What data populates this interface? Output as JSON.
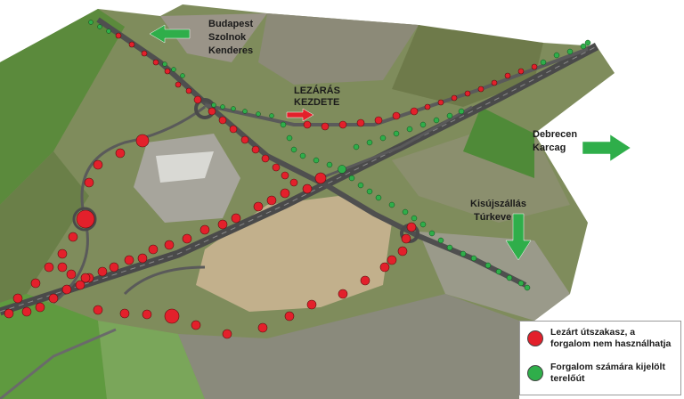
{
  "labels": {
    "budapest": "Budapest",
    "szolnok": "Szolnok",
    "kenderes": "Kenderes",
    "lezaras": "LEZÁRÁS",
    "kezdete": "KEZDETE",
    "debrecen": "Debrecen",
    "karcag": "Karcag",
    "kisujszallas": "Kisújszállás",
    "turkeve": "Túrkeve"
  },
  "legend": {
    "closed_line1": "Lezárt útszakasz, a",
    "closed_line2": "forgalom nem használhatja",
    "detour_line1": "Forgalom számára kijelölt",
    "detour_line2": "terelőút"
  },
  "colors": {
    "closed": "#e3202b",
    "detour": "#2fae4a",
    "arrow": "#2fae4a",
    "closure_arrow": "#e3202b"
  },
  "icons": {
    "budapest_arrow": "arrow-left-icon",
    "debrecen_arrow": "arrow-right-icon",
    "kisujszallas_arrow": "arrow-down-icon",
    "closure_arrow": "arrow-right-icon"
  }
}
